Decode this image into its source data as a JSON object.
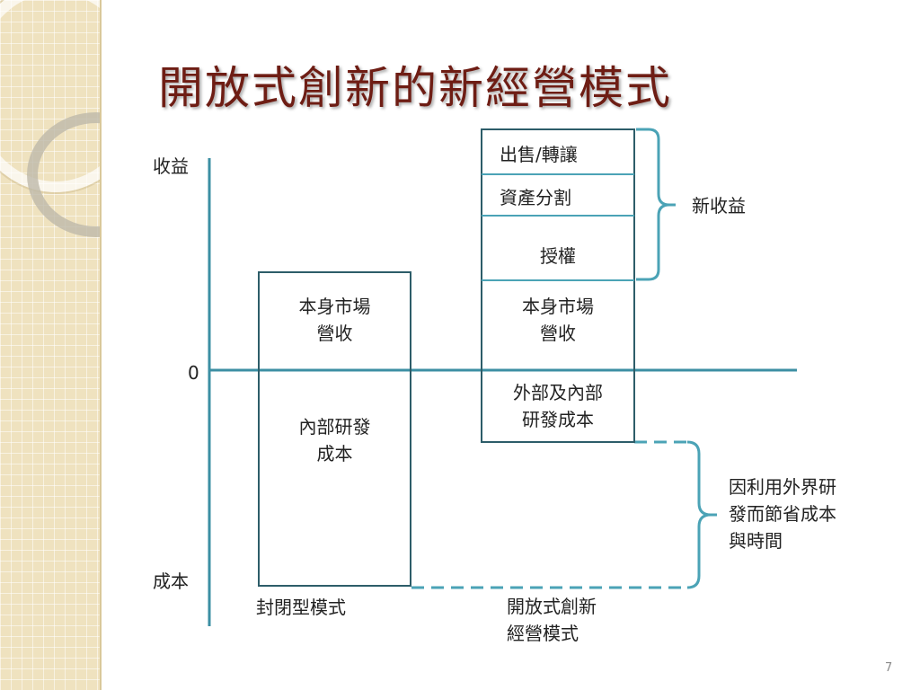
{
  "slide": {
    "title": "開放式創新的新經營模式",
    "page_number": "7"
  },
  "axis": {
    "top_label": "收益",
    "zero_label": "0",
    "bottom_label": "成本"
  },
  "closed_model": {
    "revenue_line1": "本身市場",
    "revenue_line2": "營收",
    "cost_line1": "內部研發",
    "cost_line2": "成本",
    "caption": "封閉型模式"
  },
  "open_model": {
    "segments": {
      "sale_transfer": "出售/轉讓",
      "spin_off": "資產分割",
      "licensing": "授權",
      "market_revenue_line1": "本身市場",
      "market_revenue_line2": "營收",
      "cost_line1": "外部及內部",
      "cost_line2": "研發成本"
    },
    "caption_line1": "開放式創新",
    "caption_line2": "經營模式"
  },
  "annotations": {
    "new_revenue": "新收益",
    "savings_line1": "因利用外界研",
    "savings_line2": "發而節省成本",
    "savings_line3": "與時間"
  },
  "colors": {
    "title": "#6e1d14",
    "axis": "#3c8fa3",
    "box_border": "#2d5d69",
    "brace": "#4ba3b6",
    "sidebar": "#efe2bf"
  }
}
